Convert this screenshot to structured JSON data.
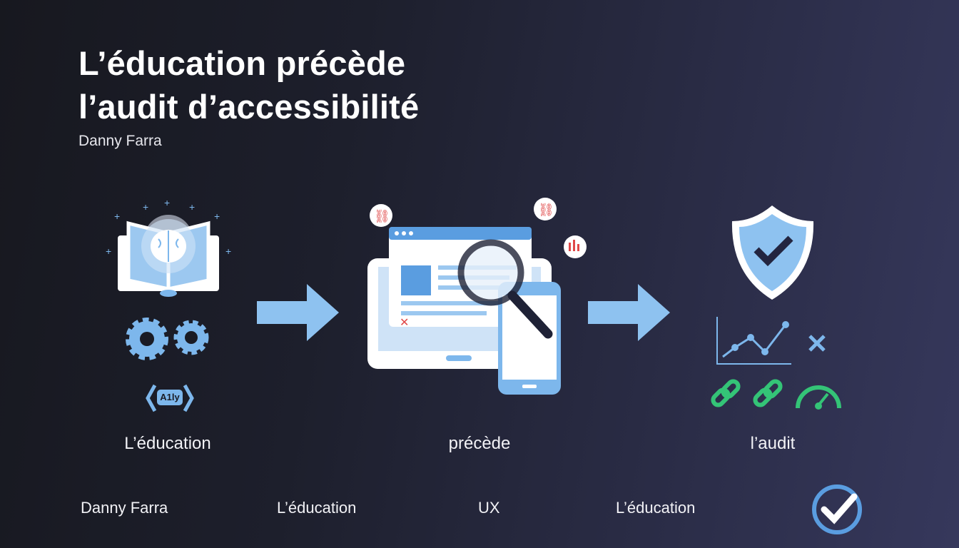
{
  "title": {
    "line1": "L’éducation précède",
    "line2": "l’audit d’accessibilité"
  },
  "author": "Danny Farra",
  "icons": {
    "a11y_badge": "A1ly"
  },
  "steps": [
    {
      "label": "L’éducation",
      "icon": "book-brain-icon"
    },
    {
      "label": "précède",
      "icon": "browser-magnifier-icon"
    },
    {
      "label": "l’audit",
      "icon": "shield-check-icon"
    }
  ],
  "footer": [
    "Danny Farra",
    "L’éducation",
    "UX",
    "L’éducation"
  ],
  "colors": {
    "accent": "#7db7ec",
    "green": "#34c477",
    "red": "#e04848"
  }
}
